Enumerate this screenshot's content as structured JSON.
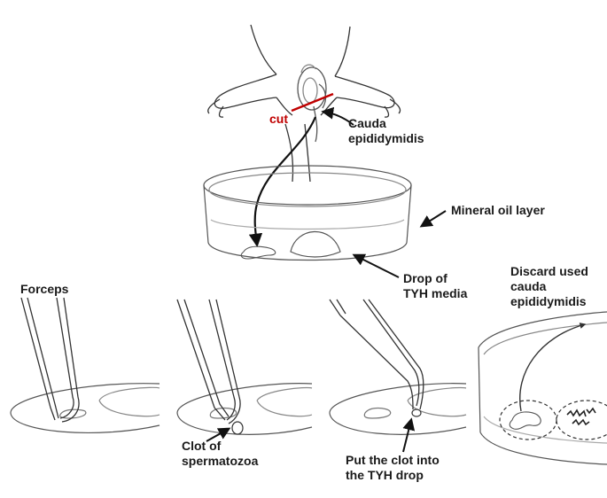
{
  "colors": {
    "line": "#222222",
    "cut_line": "#c00000",
    "arrow": "#111111",
    "dish_fill": "#ffffff"
  },
  "labels": {
    "cut": "cut",
    "cauda": [
      "Cauda",
      "epididymidis"
    ],
    "mineral_oil": "Mineral oil layer",
    "drop": [
      "Drop of",
      "TYH media"
    ],
    "forceps": "Forceps",
    "clot": [
      "Clot of",
      "spermatozoa"
    ],
    "put_clot": [
      "Put the clot into",
      "the TYH drop"
    ],
    "discard": [
      "Discard used",
      "cauda",
      "epididymidis"
    ]
  }
}
